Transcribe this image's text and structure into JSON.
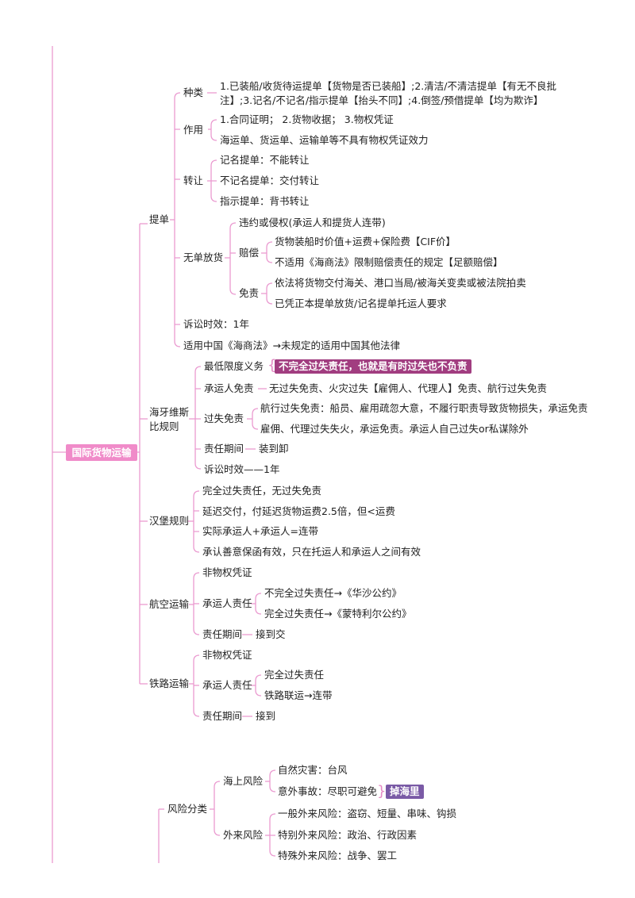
{
  "root": "国际货物运输",
  "colors": {
    "line": "#ea9ad0",
    "root_bg": "#f08bc9",
    "tag1": "#a13d80",
    "tag2": "#7a5aa6"
  },
  "bill": {
    "label": "提单",
    "types_label": "种类",
    "types_text": "1.已装船/收货待运提单【货物是否已装船】;2.清洁/不清洁提单【有无不良批注】;3.记名/不记名/指示提单【抬头不同】;4.倒签/预借提单【均为欺诈】",
    "func_label": "作用",
    "func_1": "1.合同证明；  2.货物收据；  3.物权凭证",
    "func_2": "海运单、货运单、运输单等不具有物权凭证效力",
    "transfer_label": "转让",
    "transfer_1": "记名提单：不能转让",
    "transfer_2": "不记名提单：交付转让",
    "transfer_3": "指示提单：背书转让",
    "nodoc_label": "无单放货",
    "nodoc_1": "违约或侵权(承运人和提货人连带)",
    "comp_label": "赔偿",
    "comp_1": "货物装船时价值+运费+保险费【CIF价】",
    "comp_2": "不适用《海商法》限制赔偿责任的规定【足额赔偿】",
    "exempt_label": "免责",
    "exempt_1": "依法将货物交付海关、港口当局/被海关变卖或被法院拍卖",
    "exempt_2": "已凭正本提单放货/记名提单托运人要求",
    "limit": "诉讼时效：1年",
    "law": "适用中国《海商法》→未规定的适用中国其他法律"
  },
  "hague": {
    "label": "海牙维斯比规则",
    "min_duty": "最低限度义务",
    "min_duty_tag": "不完全过失责任，也就是有时过失也不负责",
    "carrier_exempt_label": "承运人免责",
    "carrier_exempt_text": "无过失免责、火灾过失【雇佣人、代理人】免责、航行过失免责",
    "fault_label": "过失免责",
    "fault_1": "航行过失免责：船员、雇用疏忽大意，不履行职责导致货物损失，承运免责",
    "fault_2": "雇佣、代理过失失火，承运免责。承运人自己过失or私谋除外",
    "period_label": "责任期间",
    "period_text": "装到卸",
    "limit": "诉讼时效——1年"
  },
  "hamburg": {
    "label": "汉堡规则",
    "items": [
      "完全过失责任，无过失免责",
      "延迟交付，付延迟货物运费2.5倍，但<运费",
      "实际承运人+承运人=连带",
      "承认善意保函有效，只在托运人和承运人之间有效"
    ]
  },
  "air": {
    "label": "航空运输",
    "item_1": "非物权凭证",
    "carrier_label": "承运人责任",
    "carrier_1": "不完全过失责任→《华沙公约》",
    "carrier_2": "完全过失责任→《蒙特利尔公约》",
    "period_label": "责任期间",
    "period_text": "接到交"
  },
  "rail": {
    "label": "铁路运输",
    "item_1": "非物权凭证",
    "carrier_label": "承运人责任",
    "carrier_1": "完全过失责任",
    "carrier_2": "铁路联运→连带",
    "period_label": "责任期间",
    "period_text": "接到"
  },
  "risk": {
    "label": "风险分类",
    "sea_label": "海上风险",
    "sea_1": "自然灾害：台风",
    "sea_2": "意外事故：尽职可避免",
    "sea_tag": "掉海里",
    "ext_label": "外来风险",
    "ext_1": "一般外来风险：盗窃、短量、串味、钩损",
    "ext_2": "特别外来风险：政治、行政因素",
    "ext_3": "特殊外来风险：战争、罢工"
  }
}
